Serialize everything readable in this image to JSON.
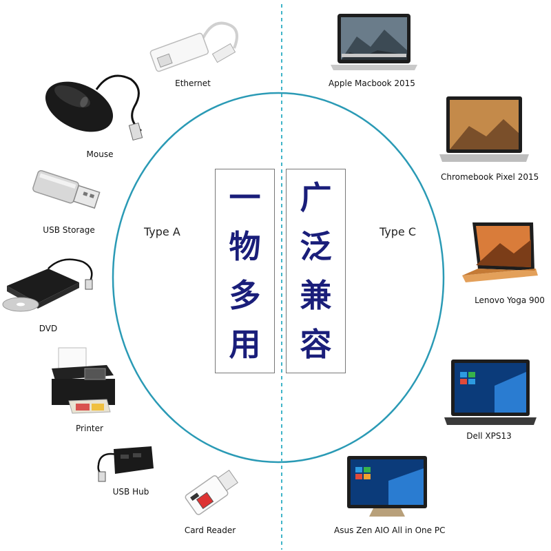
{
  "center": {
    "left_chars": [
      "一",
      "物",
      "多",
      "用"
    ],
    "right_chars": [
      "广",
      "泛",
      "兼",
      "容"
    ]
  },
  "sides": {
    "left": "Type A",
    "right": "Type C"
  },
  "devices_left": {
    "ethernet": "Ethernet",
    "mouse": "Mouse",
    "usb_storage": "USB Storage",
    "dvd": "DVD",
    "printer": "Printer",
    "usb_hub": "USB Hub",
    "card_reader": "Card Reader"
  },
  "devices_right": {
    "macbook": "Apple Macbook 2015",
    "chromebook": "Chromebook Pixel 2015",
    "yoga": "Lenovo Yoga 900",
    "dell": "Dell XPS13",
    "asus": "Asus Zen AIO All in One PC"
  },
  "colors": {
    "circle": "#2a9ab5",
    "divider": "#3fb4c8",
    "chinese_text": "#1a1e7a"
  }
}
